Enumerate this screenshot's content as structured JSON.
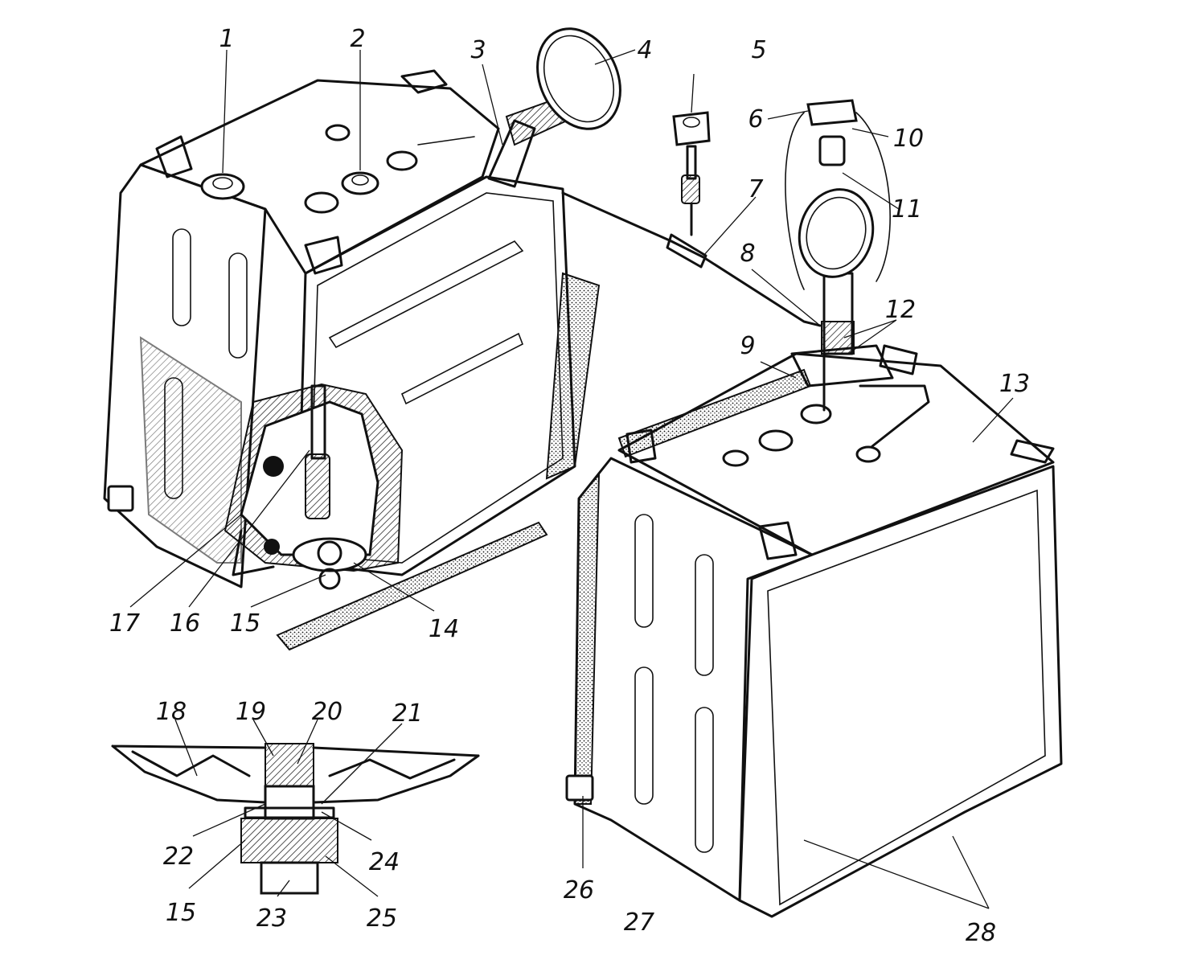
{
  "callouts": {
    "c1": "1",
    "c2": "2",
    "c3": "3",
    "c4": "4",
    "c5": "5",
    "c6": "6",
    "c7": "7",
    "c8": "8",
    "c9": "9",
    "c10": "10",
    "c11": "11",
    "c12": "12",
    "c13": "13",
    "c14": "14",
    "c15a": "15",
    "c16": "16",
    "c17": "17",
    "c18": "18",
    "c19": "19",
    "c20": "20",
    "c21": "21",
    "c22": "22",
    "c23": "23",
    "c24": "24",
    "c15b": "15",
    "c25": "25",
    "c26": "26",
    "c27": "27",
    "c28": "28"
  },
  "colors": {
    "ink": "#111111",
    "paper": "#ffffff"
  }
}
